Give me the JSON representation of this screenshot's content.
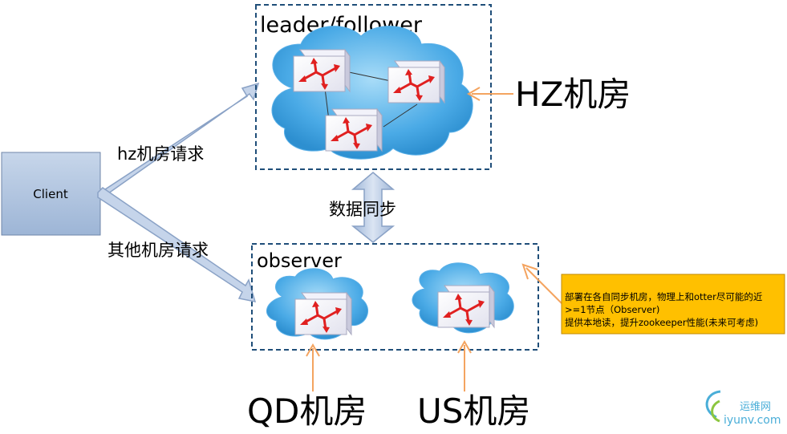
{
  "client": {
    "label": "Client"
  },
  "hz_box": {
    "title": "leader/follower"
  },
  "observer_box": {
    "title": "observer"
  },
  "labels": {
    "hz_request": "hz机房请求",
    "other_request": "其他机房请求",
    "sync": "数据同步",
    "hz_room": "HZ机房",
    "qd_room": "QD机房",
    "us_room": "US机房"
  },
  "note": {
    "line1": "部署在各自同步机房，物理上和otter尽可能的近",
    "line2": ">=1节点（Observer)",
    "line3": "提供本地读，提升zookeeper性能(未来可考虑)"
  },
  "watermark": {
    "text_cn": "运维网",
    "text_en": "iyunv.com"
  },
  "colors": {
    "cloud": "#4aa9e6",
    "client_fill": "#a9bfdc",
    "arrow_fill": "#c5d4ea",
    "box_border": "#1f4e79",
    "note_fill": "#ffc000",
    "callout": "#f4a460",
    "router": "#e02020"
  }
}
